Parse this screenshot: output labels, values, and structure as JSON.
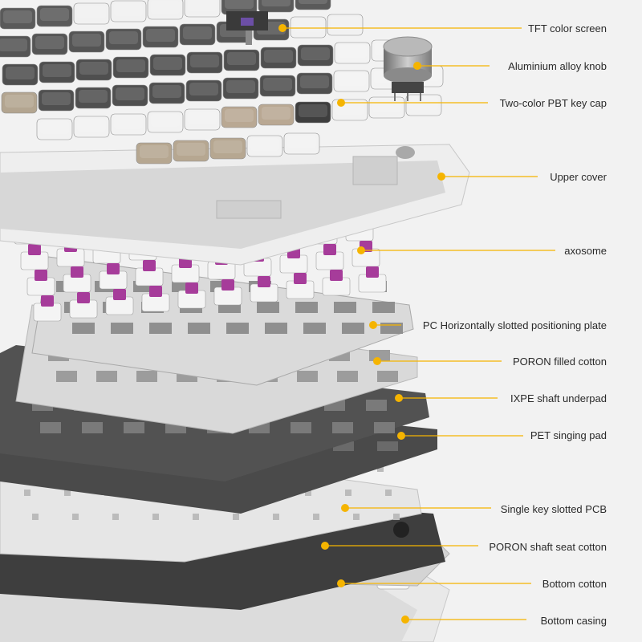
{
  "image": {
    "subject": "exploded-view mechanical keyboard",
    "accent_color": "#f5b400",
    "switch_stem_color": "#a63c9a"
  },
  "callouts": [
    {
      "id": "tft-screen",
      "label": "TFT color screen"
    },
    {
      "id": "knob",
      "label": "Aluminium alloy knob"
    },
    {
      "id": "keycap",
      "label": "Two-color PBT key cap"
    },
    {
      "id": "upper-cover",
      "label": "Upper cover"
    },
    {
      "id": "switches",
      "label": "axosome"
    },
    {
      "id": "plate",
      "label": "PC Horizontally slotted positioning plate"
    },
    {
      "id": "poron-filled",
      "label": "PORON filled cotton"
    },
    {
      "id": "ixpe",
      "label": "IXPE shaft underpad"
    },
    {
      "id": "pet",
      "label": "PET singing pad"
    },
    {
      "id": "pcb",
      "label": "Single key slotted PCB"
    },
    {
      "id": "poron-seat",
      "label": "PORON shaft seat cotton"
    },
    {
      "id": "bottom-cotton",
      "label": "Bottom cotton"
    },
    {
      "id": "bottom-casing",
      "label": "Bottom casing"
    }
  ]
}
